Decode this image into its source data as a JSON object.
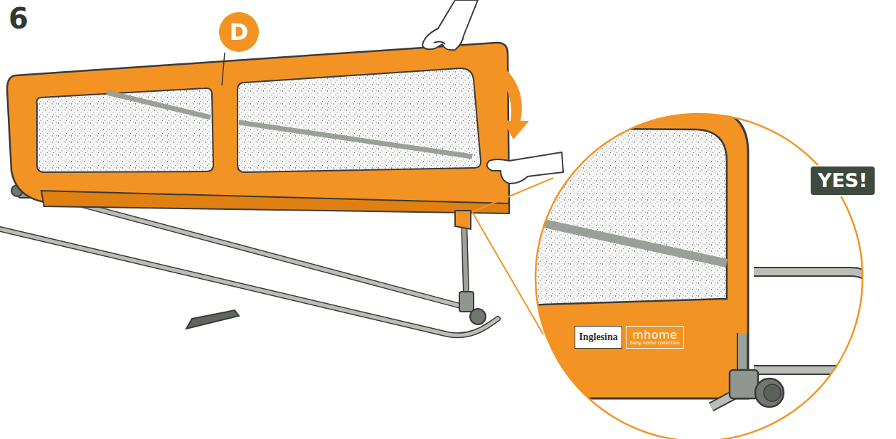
{
  "diagram": {
    "nodes": [
      {
        "text": [
          "D"
        ]
      },
      {
        "text": [
          "YES!"
        ]
      },
      {
        "text": [
          "Inglesina"
        ]
      },
      {
        "text": [
          "mhome",
          "baby home collection"
        ]
      }
    ],
    "labels": [
      "6"
    ]
  }
}
